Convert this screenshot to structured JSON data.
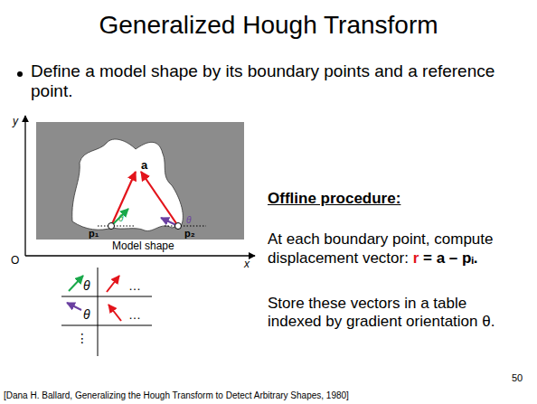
{
  "diagram": {
    "title": "Generalized Hough Transform",
    "labels": [
      "Define a model shape by its boundary points and a reference point.",
      "y",
      "x",
      "O",
      "a",
      "θ",
      "θ",
      "p₁",
      "p₂",
      "Model shape",
      "θ",
      "…",
      "θ",
      "…",
      "⋮",
      "Offline procedure:",
      "At each boundary point, compute displacement vector:",
      "r",
      "= a – pᵢ.",
      "Store these vectors in a table indexed by gradient orientation θ.",
      "50",
      "[Dana H. Ballard, Generalizing the Hough Transform to Detect Arbitrary Shapes, 1980]"
    ]
  }
}
